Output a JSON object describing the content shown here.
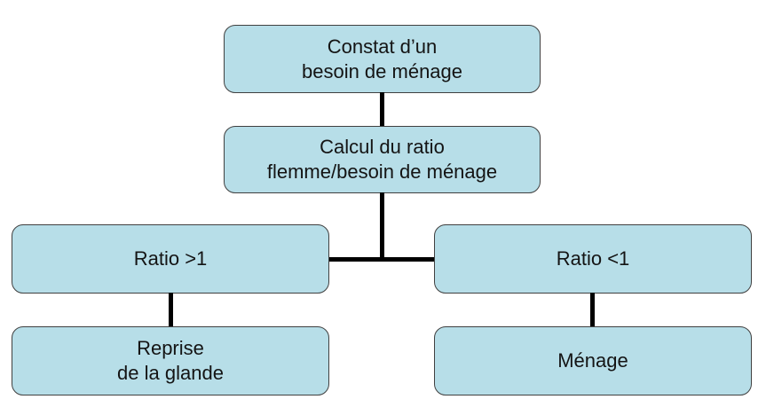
{
  "diagram": {
    "type": "flowchart",
    "colors": {
      "background": "#ffffff",
      "box_fill": "#b7dee8",
      "box_border": "#404040",
      "connector_color": "#000000",
      "text_color": "#141414"
    },
    "nodes": {
      "constat": {
        "label": "Constat d’un\nbesoin de ménage"
      },
      "calcul": {
        "label": "Calcul du ratio\nflemme/besoin de ménage"
      },
      "ratio_gt1": {
        "label": "Ratio >1"
      },
      "ratio_lt1": {
        "label": "Ratio <1"
      },
      "reprise": {
        "label": "Reprise\nde la glande"
      },
      "menage": {
        "label": "Ménage"
      }
    },
    "edges": [
      {
        "from": "constat",
        "to": "calcul"
      },
      {
        "from": "calcul",
        "to": "ratio_gt1"
      },
      {
        "from": "calcul",
        "to": "ratio_lt1"
      },
      {
        "from": "ratio_gt1",
        "to": "reprise"
      },
      {
        "from": "ratio_lt1",
        "to": "menage"
      }
    ]
  }
}
